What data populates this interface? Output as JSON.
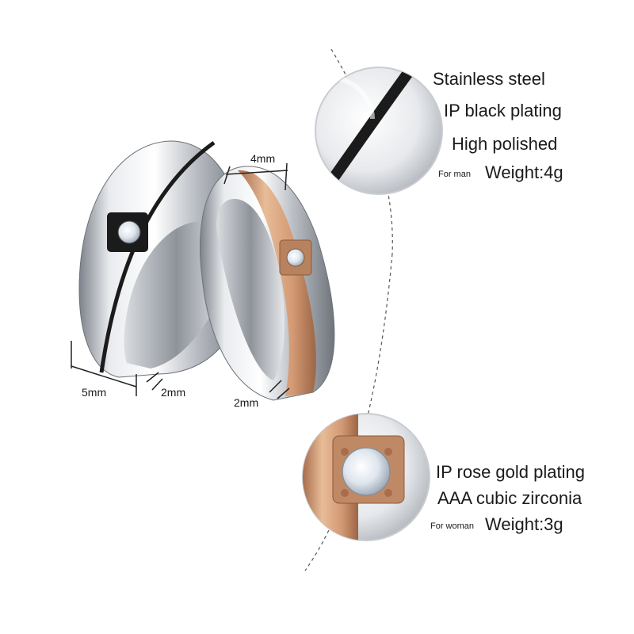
{
  "dimensions": {
    "men_ring_width": "5mm",
    "men_ring_thickness": "2mm",
    "women_ring_width": "4mm",
    "women_ring_thickness": "2mm"
  },
  "men_spec": {
    "material": "Stainless steel",
    "plating": "IP black plating",
    "finish": "High polished",
    "for_label": "For man",
    "weight": "Weight:4g"
  },
  "women_spec": {
    "plating": "IP rose gold plating",
    "stone": "AAA cubic zirconia",
    "for_label": "For woman",
    "weight": "Weight:3g"
  },
  "colors": {
    "steel_light": "#f4f5f7",
    "steel_dark": "#8a8f96",
    "black_plating": "#1b1b1b",
    "rose_gold": "#d6a27d",
    "rose_gold_dark": "#a86d4c"
  }
}
